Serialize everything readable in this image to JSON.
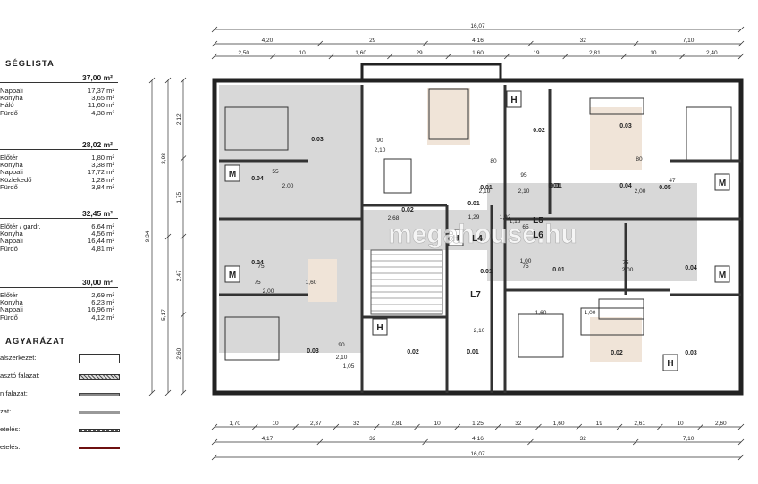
{
  "legend": {
    "table_title": "SÉGLISTA",
    "units": [
      {
        "total": "37,00 m²",
        "rooms": [
          {
            "name": "Nappali",
            "area": "17,37 m²"
          },
          {
            "name": "Konyha",
            "area": "3,65 m²"
          },
          {
            "name": "Háló",
            "area": "11,60 m²"
          },
          {
            "name": "Fürdő",
            "area": "4,38 m²"
          }
        ]
      },
      {
        "total": "28,02 m²",
        "rooms": [
          {
            "name": "Előtér",
            "area": "1,80 m²"
          },
          {
            "name": "Konyha",
            "area": "3,38 m²"
          },
          {
            "name": "Nappali",
            "area": "17,72 m²"
          },
          {
            "name": "Közlekedő",
            "area": "1,28 m²"
          },
          {
            "name": "Fürdő",
            "area": "3,84 m²"
          }
        ]
      },
      {
        "total": "32,45 m²",
        "rooms": [
          {
            "name": "Előtér / gardr.",
            "area": "6,64 m²"
          },
          {
            "name": "Konyha",
            "area": "4,56 m²"
          },
          {
            "name": "Nappali",
            "area": "16,44 m²"
          },
          {
            "name": "Fürdő",
            "area": "4,81 m²"
          }
        ]
      },
      {
        "total": "30,00 m²",
        "rooms": [
          {
            "name": "Előtér",
            "area": "2,69 m²"
          },
          {
            "name": "Konyha",
            "area": "6,23 m²"
          },
          {
            "name": "Nappali",
            "area": "16,96 m²"
          },
          {
            "name": "Fürdő",
            "area": "4,12 m²"
          }
        ]
      }
    ],
    "key_title": "AGYARÁZAT",
    "keys": [
      {
        "label": "alszerkezet:",
        "style": "outline"
      },
      {
        "label": "asztó falazat:",
        "style": "hatch"
      },
      {
        "label": "n falazat:",
        "style": "dense"
      },
      {
        "label": "zat:",
        "style": "gray"
      },
      {
        "label": "etelés:",
        "style": "dashed"
      },
      {
        "label": "etelés:",
        "style": "red"
      }
    ]
  },
  "plan": {
    "watermark": "megahouse.hu",
    "dims_top_overall": "16,07",
    "dims_top_mid": [
      "4,20",
      "29",
      "4,16",
      "32",
      "7,10"
    ],
    "dims_top_fine": [
      "2,50",
      "10",
      "1,60",
      "29",
      "1,60",
      "19",
      "2,81",
      "10",
      "2,40"
    ],
    "dims_bottom_fine": [
      "1,70",
      "10",
      "2,37",
      "32",
      "2,81",
      "10",
      "1,25",
      "32",
      "1,60",
      "19",
      "2,61",
      "10",
      "2,60"
    ],
    "dims_bottom_mid": [
      "4,17",
      "32",
      "4,16",
      "32",
      "7,10"
    ],
    "dims_bottom_overall": "16,07",
    "dims_left_overall": "9,34",
    "dims_left_mid": [
      "3,98",
      "5,17"
    ],
    "dims_left_fine": [
      "2,12",
      "1,75",
      "2,47",
      "2,60"
    ],
    "room_tags": [
      "0.03",
      "0.04",
      "0.04",
      "0.03",
      "0.02",
      "0.01",
      "0.02",
      "0.01",
      "0.02",
      "0.03",
      "0.04",
      "0.05",
      "0.01",
      "0.04",
      "0.02",
      "0.03",
      "0.01",
      "0.01",
      "0.01",
      "0.01"
    ],
    "level_tags": [
      "L4",
      "L5",
      "L6",
      "L7"
    ],
    "inline_dims": [
      "90",
      "2,10",
      "55",
      "2,00",
      "75",
      "2,00",
      "75",
      "2,68",
      "1,29",
      "1,92",
      "80",
      "2,10",
      "95",
      "2,10",
      "80",
      "47",
      "2,00",
      "75",
      "2,00",
      "75",
      "1,60",
      "1,00",
      "90",
      "2,10",
      "1,05",
      "1,18",
      "65",
      "1,00",
      "2,10",
      "1,60"
    ],
    "shaft_label": "H",
    "wc_label": "M"
  }
}
